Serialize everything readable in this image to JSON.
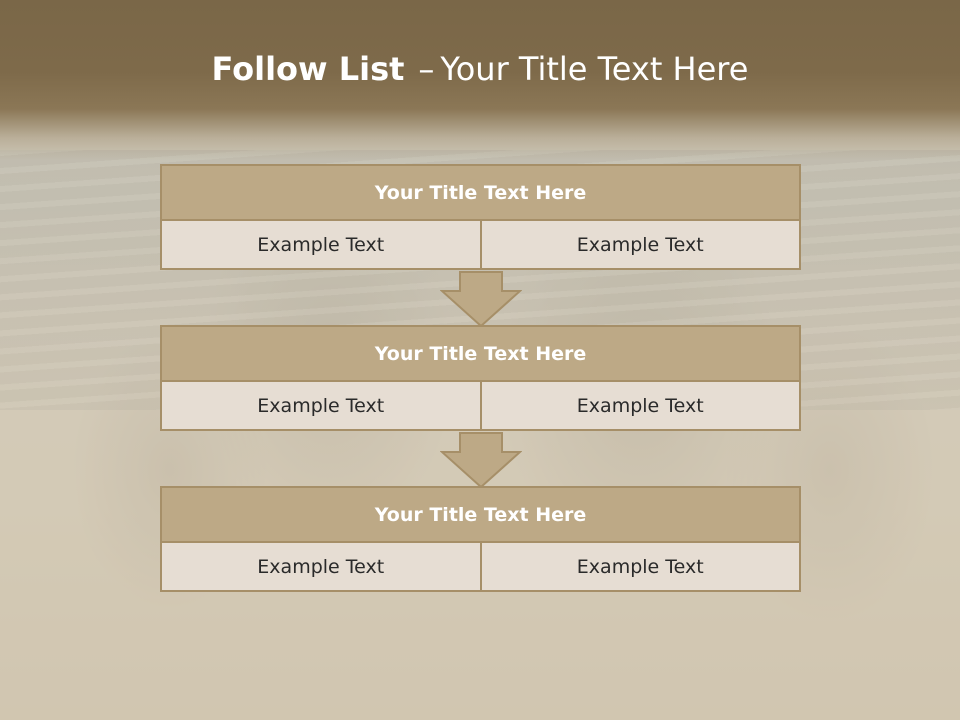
{
  "slide": {
    "title_bold": "Follow List",
    "title_dash": "–",
    "title_rest": "Your Title Text Here"
  },
  "blocks": [
    {
      "title": "Your Title Text Here",
      "left": "Example Text",
      "right": "Example Text"
    },
    {
      "title": "Your Title Text Here",
      "left": "Example Text",
      "right": "Example Text"
    },
    {
      "title": "Your Title Text Here",
      "left": "Example Text",
      "right": "Example Text"
    }
  ],
  "colors": {
    "header": "#7e6a4a",
    "block_title_fill": "#bda986",
    "block_border": "#a68f68",
    "cell_fill": "#e6ddd3",
    "arrow_fill": "#bda986"
  }
}
